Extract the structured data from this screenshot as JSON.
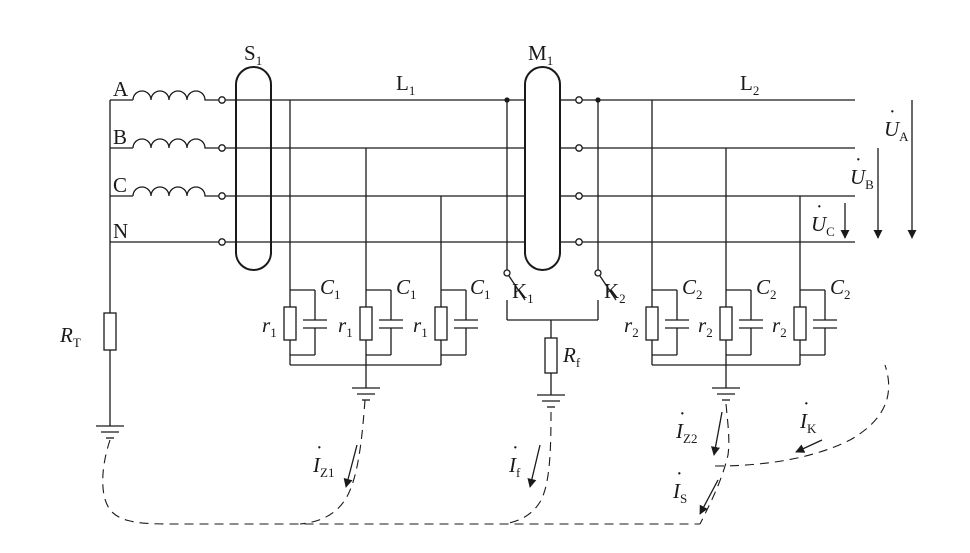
{
  "phases": [
    "A",
    "B",
    "C",
    "N"
  ],
  "labels": {
    "s1_base": "S",
    "s1_sub": "1",
    "l1_base": "L",
    "l1_sub": "1",
    "m1_base": "M",
    "m1_sub": "1",
    "l2_base": "L",
    "l2_sub": "2",
    "k1_base": "K",
    "k1_sub": "1",
    "k2_base": "K",
    "k2_sub": "2",
    "rt_base": "R",
    "rt_sub": "T",
    "rf_base": "R",
    "rf_sub": "f",
    "r1_base": "r",
    "r1_sub": "1",
    "r2_base": "r",
    "r2_sub": "2",
    "c1_base": "C",
    "c1_sub": "1",
    "c2_base": "C",
    "c2_sub": "2"
  },
  "voltages": [
    {
      "base": "U",
      "sub": "A"
    },
    {
      "base": "U",
      "sub": "B"
    },
    {
      "base": "U",
      "sub": "C"
    }
  ],
  "currents": {
    "iz1_base": "I",
    "iz1_sub": "Z1",
    "if_base": "I",
    "if_sub": "f",
    "iz2_base": "I",
    "iz2_sub": "Z2",
    "is_base": "I",
    "is_sub": "S",
    "ik_base": "I",
    "ik_sub": "K"
  },
  "dot_accent": "·"
}
